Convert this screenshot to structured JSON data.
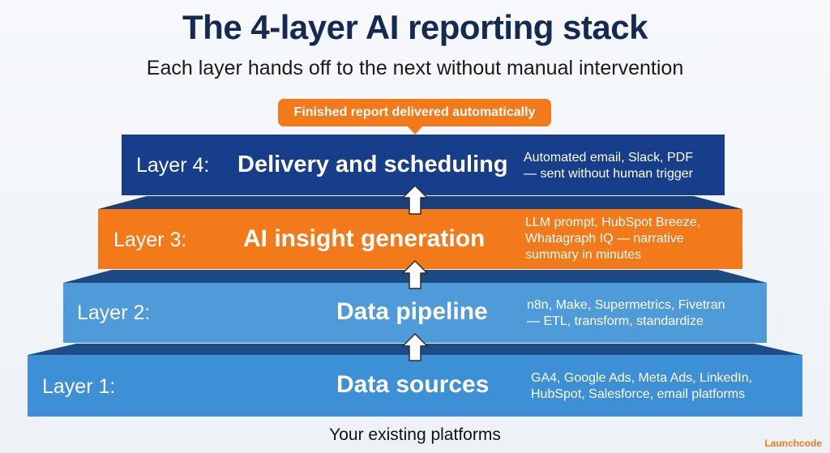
{
  "header": {
    "title": "The 4-layer AI reporting stack",
    "subtitle": "Each layer hands off to the next without manual intervention"
  },
  "callout": "Finished report delivered automatically",
  "layers": [
    {
      "name": "Layer 4:",
      "title": "Delivery and scheduling",
      "description": "Automated email, Slack, PDF\n— sent without human trigger",
      "color": "#173e8a"
    },
    {
      "name": "Layer 3:",
      "title": "AI insight generation",
      "description": "LLM prompt, HubSpot Breeze,\nWhatagraph IQ — narrative\nsummary in minutes",
      "color": "#f27a1a"
    },
    {
      "name": "Layer 2:",
      "title": "Data pipeline",
      "description": "n8n, Make, Supermetrics, Fivetran\n— ETL, transform, standardize",
      "color": "#4f9ad8"
    },
    {
      "name": "Layer 1:",
      "title": "Data sources",
      "description": "GA4, Google Ads, Meta Ads, LinkedIn,\nHubSpot, Salesforce, email platforms",
      "color": "#3d8fd6"
    }
  ],
  "footer": "Your existing platforms",
  "brand": "Launchcode"
}
